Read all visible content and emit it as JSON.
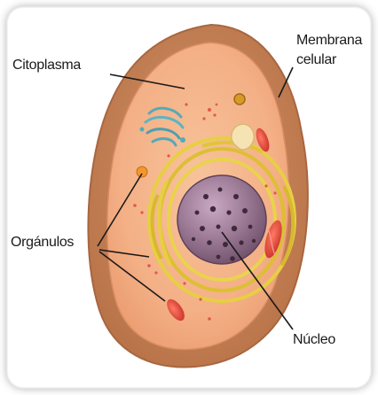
{
  "labels": {
    "citoplasma": "Citoplasma",
    "membrana_line1": "Membrana",
    "membrana_line2": "celular",
    "organulos": "Orgánulos",
    "nucleo": "Núcleo"
  },
  "colors": {
    "membrane_outer": "#c9845a",
    "cytoplasm": "#f4b58a",
    "golgi_yellow": "#e7cf43",
    "nucleus": "#8c6a86",
    "nucleolus_dots": "#3f2a3b",
    "mitochondria": "#e2483b",
    "vesicle_orange": "#f2962e",
    "golgi_blue": "#56a9b8"
  }
}
